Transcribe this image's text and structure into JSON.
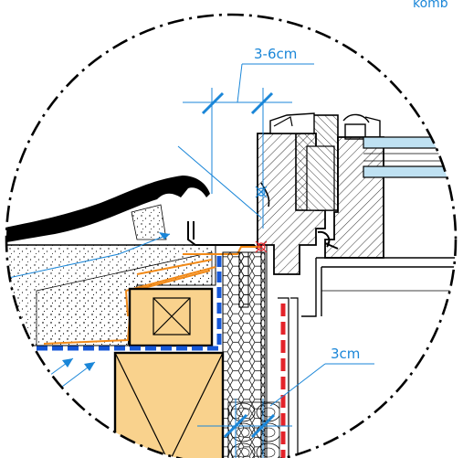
{
  "labels": {
    "gap_dimension": "3-6cm",
    "reveal_dimension": "3cm",
    "corner_fragment": "komb"
  },
  "colors": {
    "dimension_blue": "#1a86d8",
    "timber": "#f9d28d",
    "membrane_orange": "#f28a18",
    "vapour_barrier_red": "#e3232a",
    "waterproofing_blue": "#1557d8",
    "linework": "#000000"
  }
}
